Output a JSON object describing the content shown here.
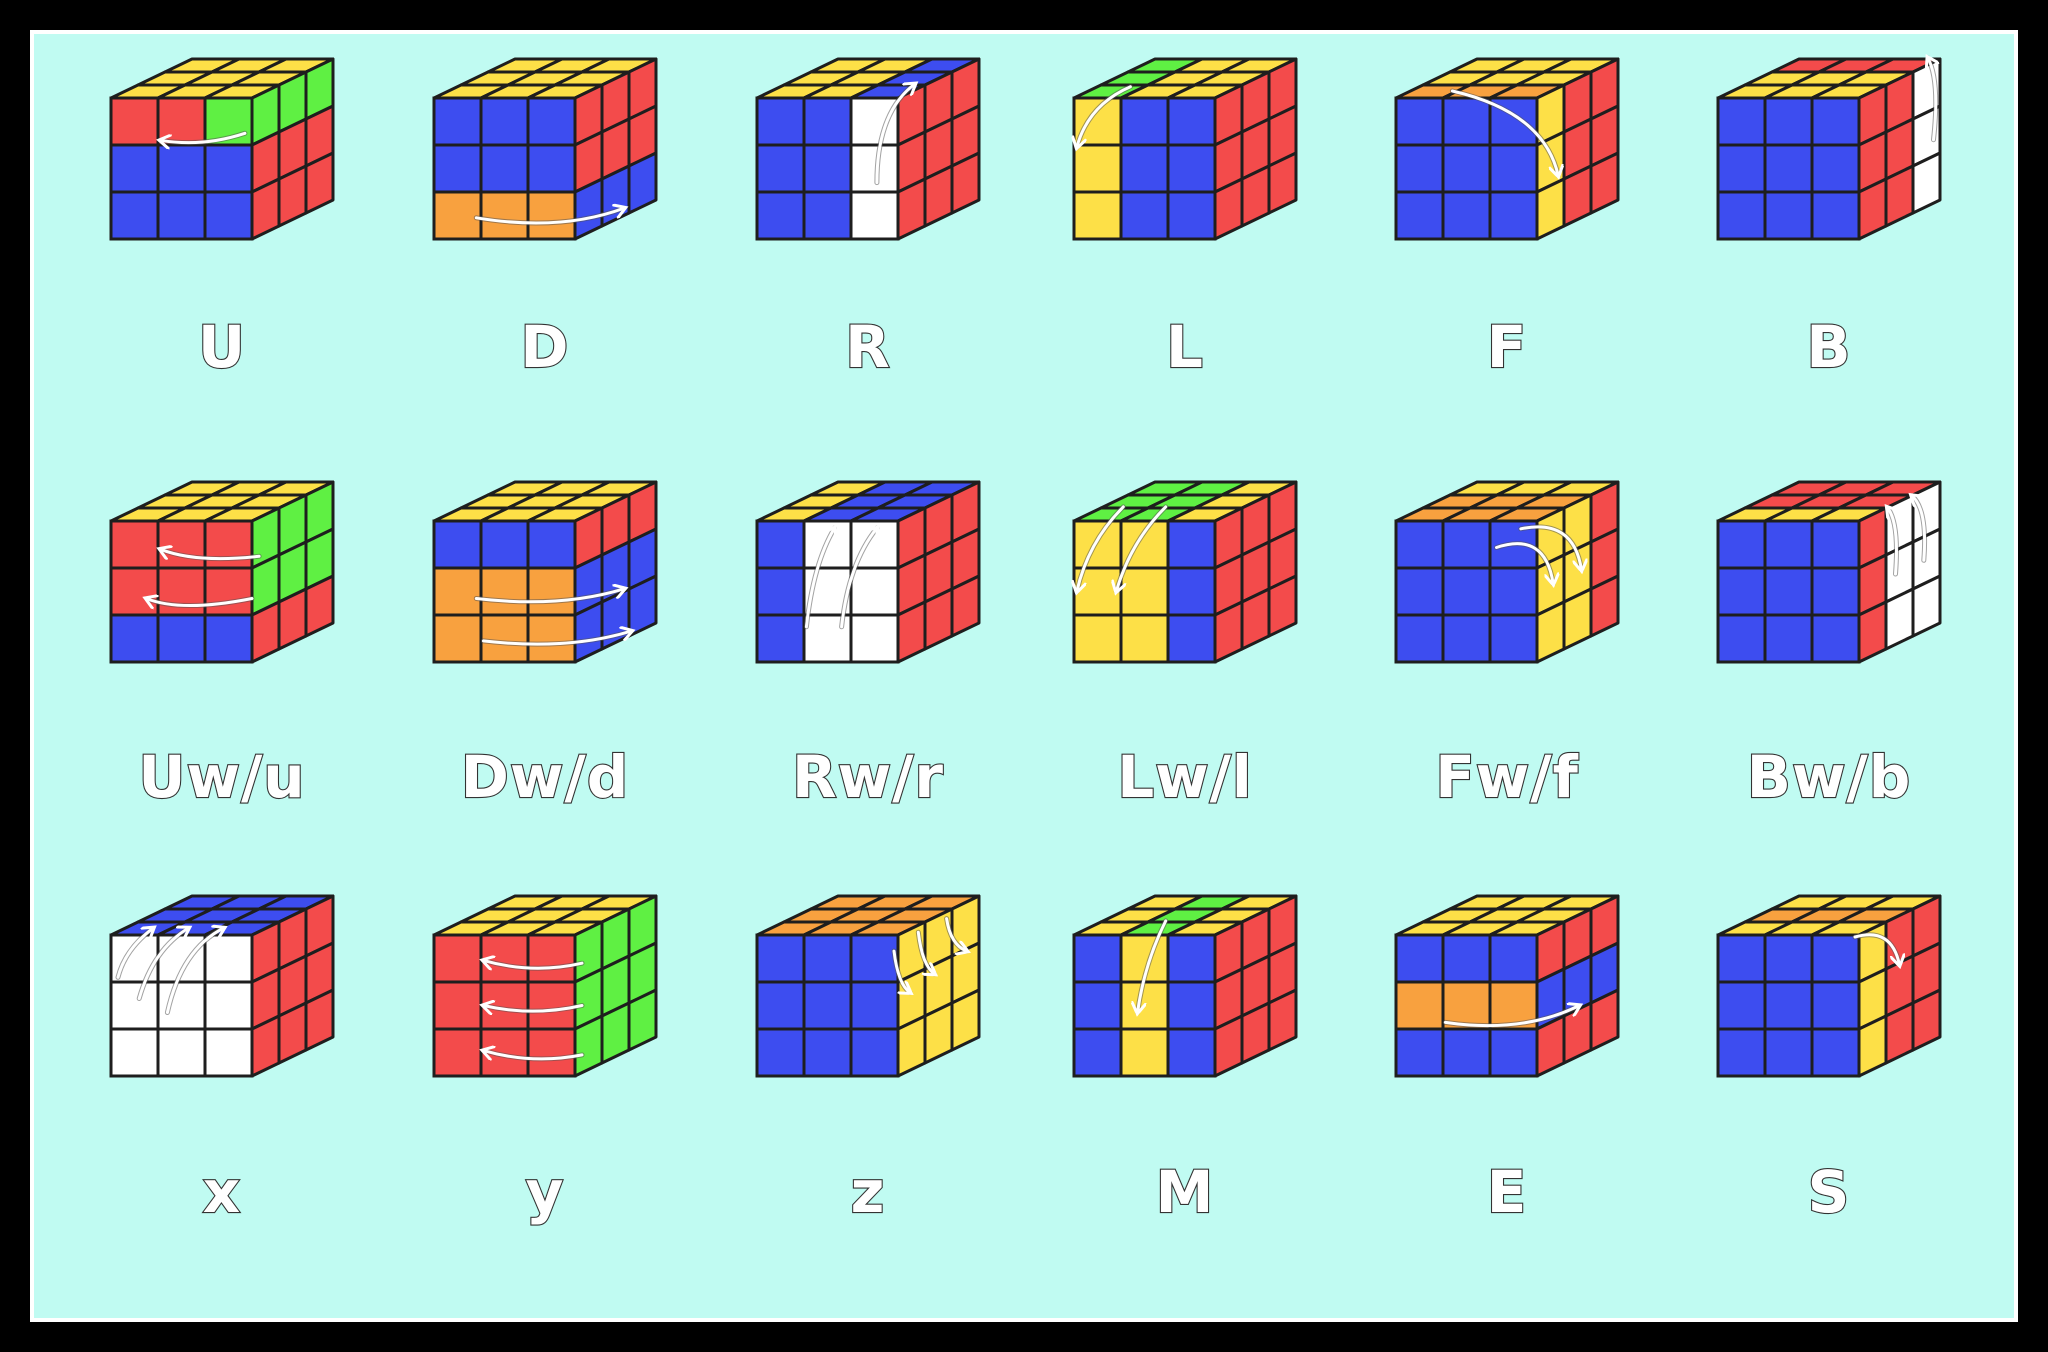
{
  "colors": {
    "background": "#c0fbf2",
    "frame": "#000000",
    "Y": "#fde047",
    "R": "#f34b4b",
    "B": "#3d4df0",
    "G": "#5ff043",
    "O": "#f8a13f",
    "W": "#ffffff",
    "outline": "#1e1e1e"
  },
  "moves": [
    {
      "label": "U",
      "top": [
        "YYY",
        "YYY",
        "YYY"
      ],
      "front": [
        "RRG",
        "BBB",
        "BBB"
      ],
      "right": [
        "GGG",
        "RRR",
        "RRR"
      ],
      "arrows": [
        {
          "face": "front",
          "a": [
            0.95,
            0.25
          ],
          "b": [
            0.35,
            0.3
          ],
          "c": [
            0.65,
            0.35
          ]
        }
      ]
    },
    {
      "label": "D",
      "top": [
        "YYY",
        "YYY",
        "YYY"
      ],
      "front": [
        "BBB",
        "BBB",
        "OOO"
      ],
      "right": [
        "RRR",
        "RRR",
        "BBB"
      ],
      "arrows": [
        {
          "face": "front",
          "a": [
            0.3,
            0.85
          ],
          "b": [
            1.35,
            0.78
          ],
          "c": [
            0.9,
            0.95
          ]
        }
      ]
    },
    {
      "label": "R",
      "top": [
        "YYB",
        "YYB",
        "YYB"
      ],
      "front": [
        "BBW",
        "BBW",
        "BBW"
      ],
      "right": [
        "RRR",
        "RRR",
        "RRR"
      ],
      "arrows": [
        {
          "face": "front",
          "a": [
            0.85,
            0.6
          ],
          "b": [
            1.12,
            -0.1
          ],
          "c": [
            0.85,
            0.1
          ]
        }
      ]
    },
    {
      "label": "L",
      "top": [
        "GYY",
        "GYY",
        "GYY"
      ],
      "front": [
        "YBB",
        "YBB",
        "YBB"
      ],
      "right": [
        "RRR",
        "RRR",
        "RRR"
      ],
      "arrows": [
        {
          "face": "front",
          "a": [
            0.4,
            -0.08
          ],
          "b": [
            0.02,
            0.35
          ],
          "c": [
            0.1,
            0.05
          ]
        }
      ]
    },
    {
      "label": "F",
      "top": [
        "YYY",
        "YYY",
        "OOO"
      ],
      "front": [
        "BBB",
        "BBB",
        "BBB"
      ],
      "right": [
        "YRR",
        "YRR",
        "YRR"
      ],
      "arrows": [
        {
          "face": "front",
          "a": [
            0.4,
            -0.05
          ],
          "b": [
            1.15,
            0.55
          ],
          "c": [
            1.05,
            0.1
          ]
        }
      ]
    },
    {
      "label": "B",
      "top": [
        "RRR",
        "YYY",
        "YYY"
      ],
      "front": [
        "BBB",
        "BBB",
        "BBB"
      ],
      "right": [
        "RRW",
        "RRW",
        "RRW"
      ],
      "arrows": [
        {
          "face": "right",
          "a": [
            0.92,
            0.55
          ],
          "b": [
            0.85,
            -0.05
          ],
          "c": [
            1.0,
            0.15
          ]
        }
      ]
    },
    {
      "label": "Uw/u",
      "top": [
        "YYY",
        "YYY",
        "YYY"
      ],
      "front": [
        "RRR",
        "RRR",
        "BBB"
      ],
      "right": [
        "GGG",
        "GGG",
        "RRR"
      ],
      "arrows": [
        {
          "face": "front",
          "a": [
            1.05,
            0.25
          ],
          "b": [
            0.35,
            0.2
          ],
          "c": [
            0.6,
            0.3
          ]
        },
        {
          "face": "front",
          "a": [
            1.0,
            0.55
          ],
          "b": [
            0.25,
            0.55
          ],
          "c": [
            0.5,
            0.65
          ]
        }
      ]
    },
    {
      "label": "Dw/d",
      "top": [
        "YYY",
        "YYY",
        "YYY"
      ],
      "front": [
        "BBB",
        "OOO",
        "OOO"
      ],
      "right": [
        "RRR",
        "BBB",
        "BBB"
      ],
      "arrows": [
        {
          "face": "front",
          "a": [
            0.3,
            0.55
          ],
          "b": [
            1.35,
            0.48
          ],
          "c": [
            0.9,
            0.62
          ]
        },
        {
          "face": "front",
          "a": [
            0.35,
            0.85
          ],
          "b": [
            1.4,
            0.78
          ],
          "c": [
            0.95,
            0.92
          ]
        }
      ]
    },
    {
      "label": "Rw/r",
      "top": [
        "YBB",
        "YBB",
        "YBB"
      ],
      "front": [
        "BWW",
        "BWW",
        "BWW"
      ],
      "right": [
        "RRR",
        "RRR",
        "RRR"
      ],
      "arrows": [
        {
          "face": "front",
          "a": [
            0.35,
            0.75
          ],
          "b": [
            0.55,
            0.05
          ],
          "c": [
            0.4,
            0.3
          ]
        },
        {
          "face": "front",
          "a": [
            0.6,
            0.75
          ],
          "b": [
            0.85,
            0.05
          ],
          "c": [
            0.65,
            0.3
          ]
        }
      ]
    },
    {
      "label": "Lw/l",
      "top": [
        "GGY",
        "GGY",
        "GGY"
      ],
      "front": [
        "YYB",
        "YYB",
        "YYB"
      ],
      "right": [
        "RRR",
        "RRR",
        "RRR"
      ],
      "arrows": [
        {
          "face": "front",
          "a": [
            0.35,
            -0.1
          ],
          "b": [
            0.02,
            0.5
          ],
          "c": [
            0.1,
            0.15
          ]
        },
        {
          "face": "front",
          "a": [
            0.65,
            -0.1
          ],
          "b": [
            0.3,
            0.5
          ],
          "c": [
            0.4,
            0.15
          ]
        }
      ]
    },
    {
      "label": "Fw/f",
      "top": [
        "YYY",
        "OOO",
        "OOO"
      ],
      "front": [
        "BBB",
        "BBB",
        "BBB"
      ],
      "right": [
        "YYR",
        "YYR",
        "YYR"
      ],
      "arrows": [
        {
          "face": "right",
          "a": [
            -0.5,
            0.05
          ],
          "b": [
            0.2,
            0.5
          ],
          "c": [
            0.1,
            0.1
          ]
        },
        {
          "face": "right",
          "a": [
            -0.2,
            0.0
          ],
          "b": [
            0.55,
            0.5
          ],
          "c": [
            0.45,
            0.1
          ]
        }
      ]
    },
    {
      "label": "Bw/b",
      "top": [
        "RRR",
        "RRR",
        "YYY"
      ],
      "front": [
        "BBB",
        "BBB",
        "BBB"
      ],
      "right": [
        "RWW",
        "RWW",
        "RWW"
      ],
      "arrows": [
        {
          "face": "right",
          "a": [
            0.45,
            0.5
          ],
          "b": [
            0.35,
            0.0
          ],
          "c": [
            0.5,
            0.15
          ]
        },
        {
          "face": "right",
          "a": [
            0.8,
            0.5
          ],
          "b": [
            0.65,
            0.0
          ],
          "c": [
            0.85,
            0.15
          ]
        }
      ]
    },
    {
      "label": "x",
      "top": [
        "BBB",
        "BBB",
        "BBB"
      ],
      "front": [
        "WWW",
        "WWW",
        "WWW"
      ],
      "right": [
        "RRR",
        "RRR",
        "RRR"
      ],
      "arrows": [
        {
          "face": "front",
          "a": [
            0.05,
            0.3
          ],
          "b": [
            0.3,
            -0.05
          ],
          "c": [
            0.1,
            0.1
          ]
        },
        {
          "face": "front",
          "a": [
            0.2,
            0.45
          ],
          "b": [
            0.55,
            -0.05
          ],
          "c": [
            0.3,
            0.1
          ]
        },
        {
          "face": "front",
          "a": [
            0.4,
            0.55
          ],
          "b": [
            0.8,
            -0.05
          ],
          "c": [
            0.5,
            0.1
          ]
        }
      ]
    },
    {
      "label": "y",
      "top": [
        "YYY",
        "YYY",
        "YYY"
      ],
      "front": [
        "RRR",
        "RRR",
        "RRR"
      ],
      "right": [
        "GGG",
        "GGG",
        "GGG"
      ],
      "arrows": [
        {
          "face": "front",
          "a": [
            1.05,
            0.2
          ],
          "b": [
            0.35,
            0.18
          ],
          "c": [
            0.7,
            0.28
          ]
        },
        {
          "face": "front",
          "a": [
            1.05,
            0.5
          ],
          "b": [
            0.35,
            0.5
          ],
          "c": [
            0.7,
            0.58
          ]
        },
        {
          "face": "front",
          "a": [
            1.05,
            0.85
          ],
          "b": [
            0.35,
            0.82
          ],
          "c": [
            0.7,
            0.92
          ]
        }
      ]
    },
    {
      "label": "z",
      "top": [
        "OOO",
        "OOO",
        "OOO"
      ],
      "front": [
        "BBB",
        "BBB",
        "BBB"
      ],
      "right": [
        "YYY",
        "YYY",
        "YYY"
      ],
      "arrows": [
        {
          "face": "right",
          "a": [
            -0.05,
            0.1
          ],
          "b": [
            0.15,
            0.45
          ],
          "c": [
            0.0,
            0.35
          ]
        },
        {
          "face": "right",
          "a": [
            0.25,
            0.05
          ],
          "b": [
            0.45,
            0.4
          ],
          "c": [
            0.3,
            0.3
          ]
        },
        {
          "face": "right",
          "a": [
            0.6,
            0.05
          ],
          "b": [
            0.85,
            0.35
          ],
          "c": [
            0.65,
            0.25
          ]
        }
      ]
    },
    {
      "label": "M",
      "top": [
        "YGY",
        "YGY",
        "YGY"
      ],
      "front": [
        "BYB",
        "BYB",
        "BYB"
      ],
      "right": [
        "RRR",
        "RRR",
        "RRR"
      ],
      "arrows": [
        {
          "face": "front",
          "a": [
            0.65,
            -0.1
          ],
          "b": [
            0.45,
            0.55
          ],
          "c": [
            0.5,
            0.2
          ]
        }
      ]
    },
    {
      "label": "E",
      "top": [
        "YYY",
        "YYY",
        "YYY"
      ],
      "front": [
        "BBB",
        "OOO",
        "BBB"
      ],
      "right": [
        "RRR",
        "BBB",
        "RRR"
      ],
      "arrows": [
        {
          "face": "front",
          "a": [
            0.35,
            0.62
          ],
          "b": [
            1.3,
            0.5
          ],
          "c": [
            0.9,
            0.7
          ]
        }
      ]
    },
    {
      "label": "S",
      "top": [
        "YYY",
        "OOO",
        "YYY"
      ],
      "front": [
        "BBB",
        "BBB",
        "BBB"
      ],
      "right": [
        "YRR",
        "YRR",
        "YRR"
      ],
      "arrows": [
        {
          "face": "right",
          "a": [
            -0.05,
            0.0
          ],
          "b": [
            0.5,
            0.35
          ],
          "c": [
            0.4,
            0.05
          ]
        }
      ]
    }
  ]
}
